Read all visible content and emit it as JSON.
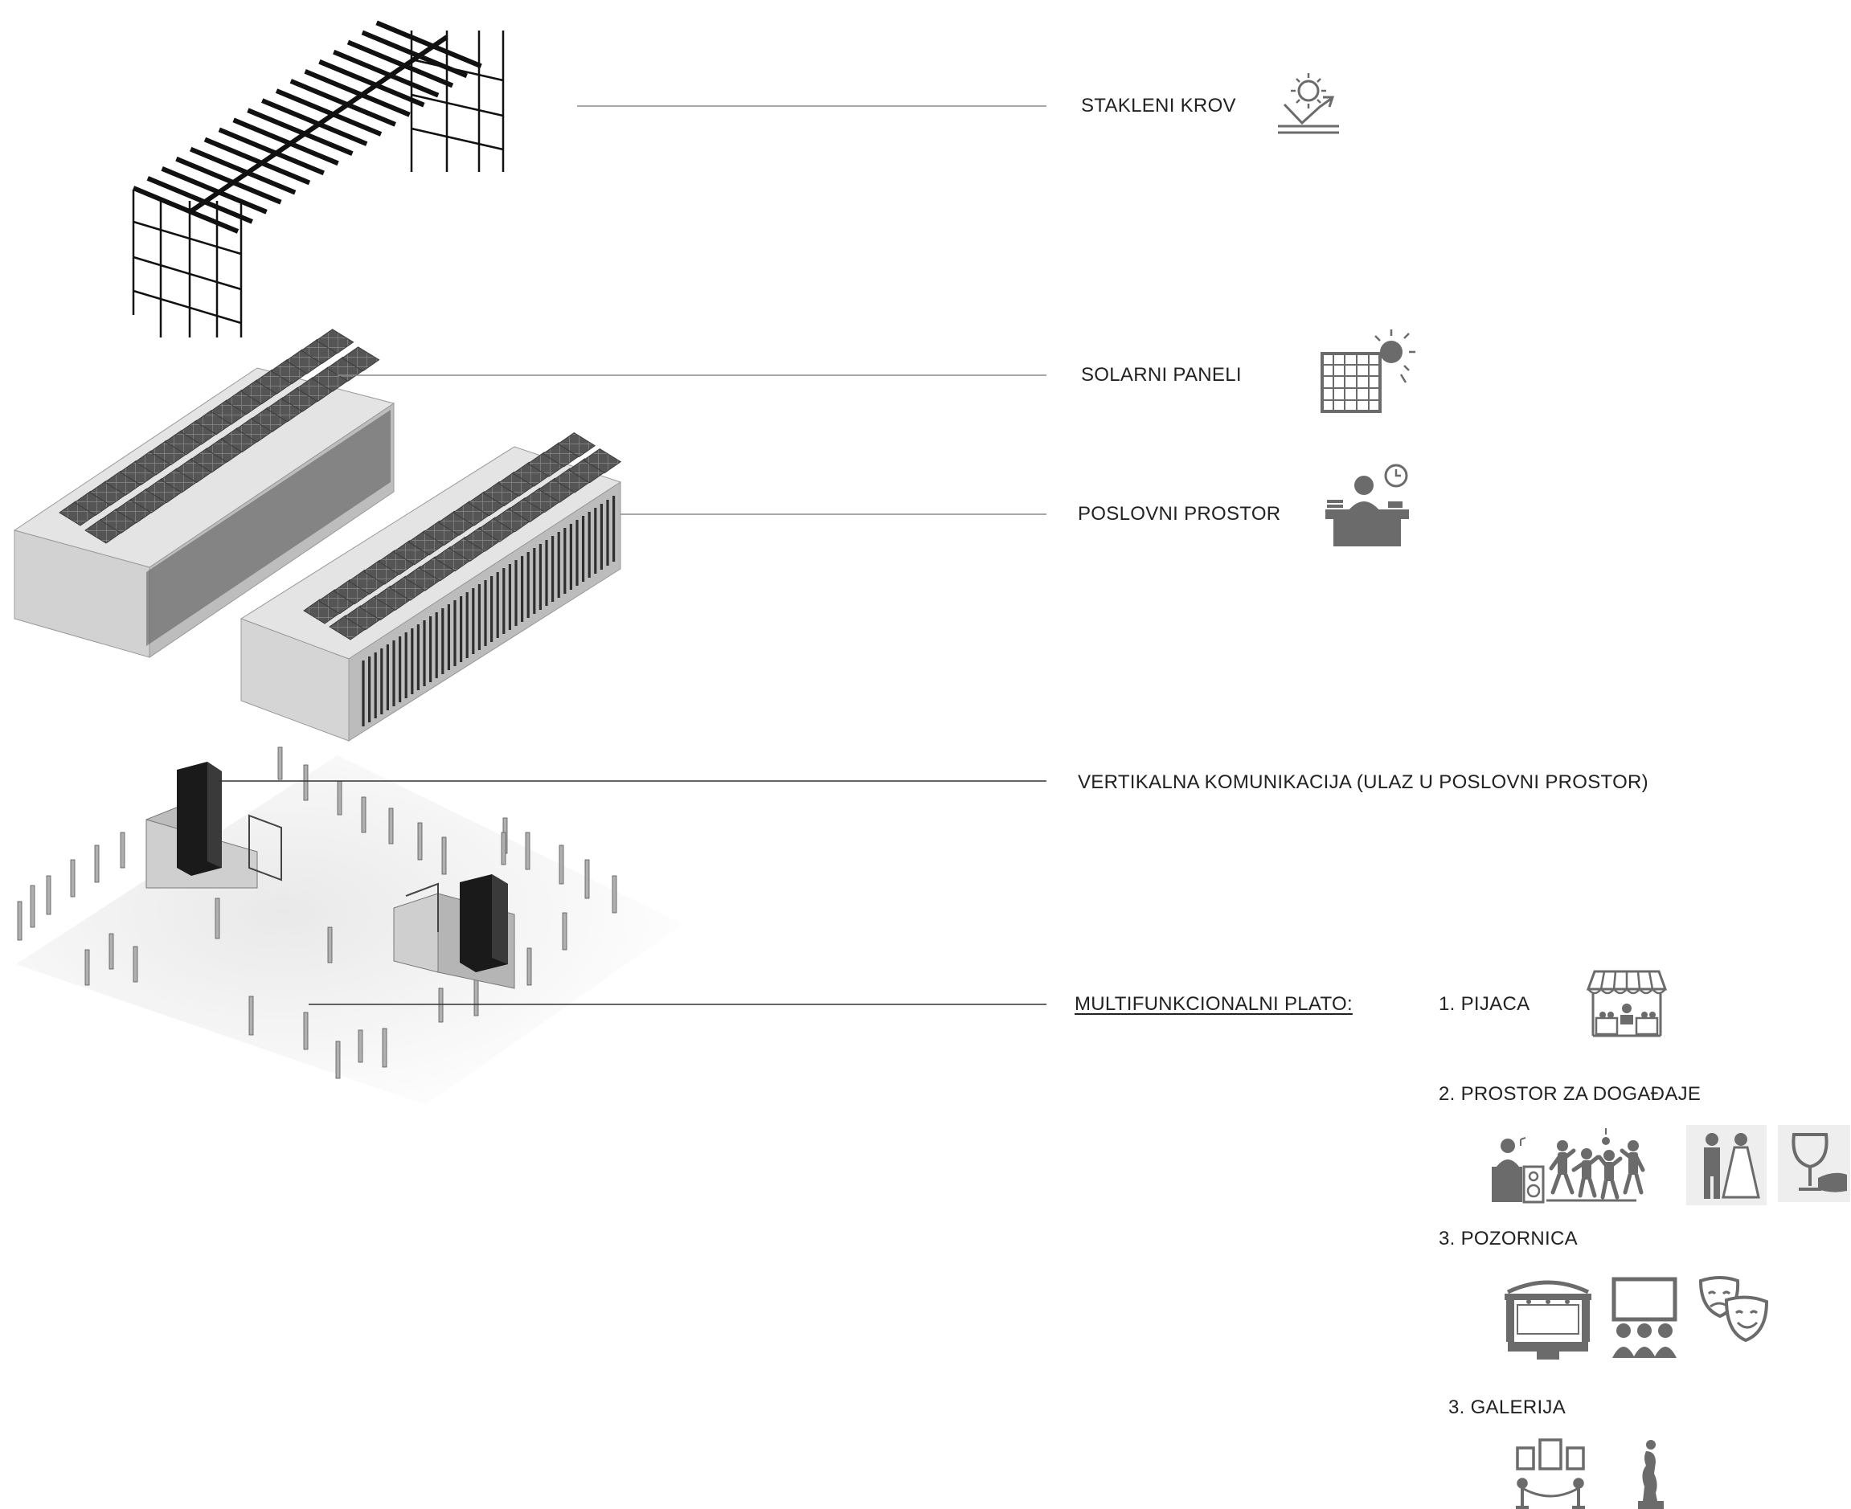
{
  "labels": {
    "roof": "STAKLENI KROV",
    "solar": "SOLARNI PANELI",
    "office": "POSLOVNI PROSTOR",
    "vertical": "VERTIKALNA KOMUNIKACIJA (ULAZ U POSLOVNI PROSTOR)",
    "plaza": "MULTIFUNKCIONALNI PLATO:"
  },
  "functions": [
    {
      "label": "1. PIJACA",
      "icons": [
        "market-stall-icon"
      ]
    },
    {
      "label": "2. PROSTOR ZA DOGAĐAJE",
      "icons": [
        "dj-icon",
        "dancing-crowd-icon",
        "wedding-couple-icon",
        "wine-glass-icon"
      ]
    },
    {
      "label": "3. POZORNICA",
      "icons": [
        "concert-stage-icon",
        "cinema-icon",
        "theatre-masks-icon"
      ]
    },
    {
      "label": "3. GALERIJA",
      "icons": [
        "picture-frames-icon",
        "statue-icon"
      ]
    }
  ],
  "colors": {
    "line": "#9a9a9a",
    "icon": "#6b6b6b",
    "dark": "#1c1c1c",
    "wall": "#c8c8c8"
  }
}
